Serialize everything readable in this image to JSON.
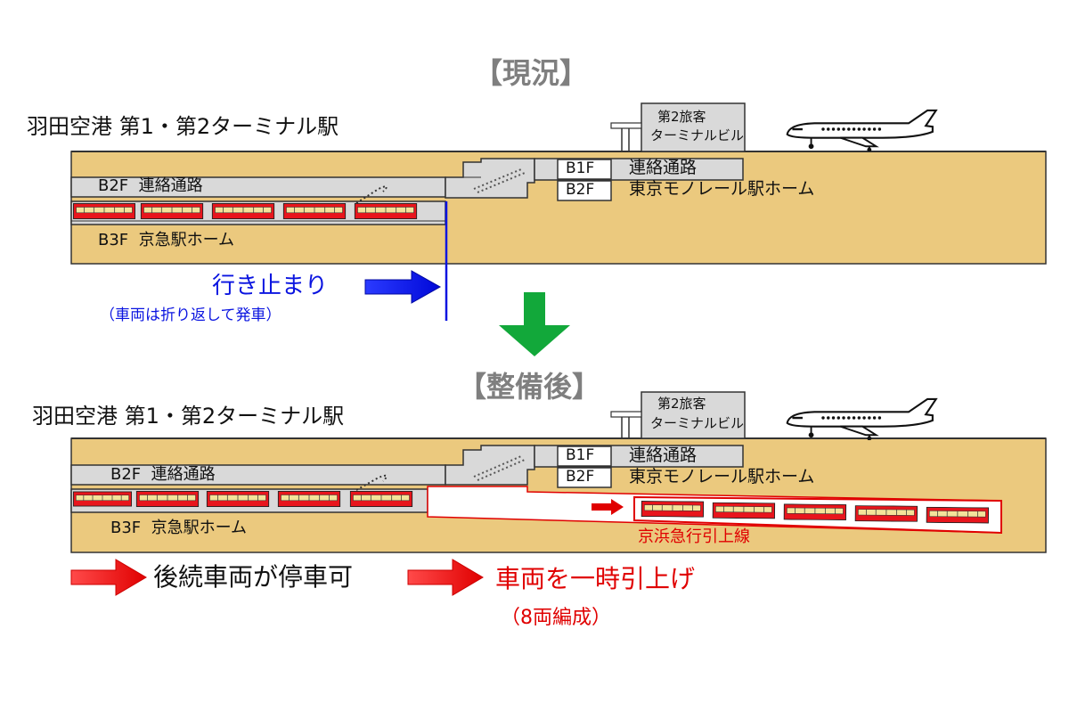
{
  "current": {
    "heading": "【現況】",
    "station_name": "羽田空港 第1・第2ターミナル駅",
    "terminal_bldg": [
      "第2旅客",
      "ターミナルビル"
    ],
    "b1f": {
      "floor": "B1F",
      "label": "連絡通路"
    },
    "b2f_mono": {
      "floor": "B2F",
      "label": "東京モノレール駅ホーム"
    },
    "b2f_left": "B2F  連絡通路",
    "b3f_left": "B3F  京急駅ホーム",
    "dead_end": "行き止まり",
    "dead_end_note": "（車両は折り返して発車）"
  },
  "after": {
    "heading": "【整備後】",
    "station_name": "羽田空港 第1・第2ターミナル駅",
    "terminal_bldg": [
      "第2旅客",
      "ターミナルビル"
    ],
    "b1f": {
      "floor": "B1F",
      "label": "連絡通路"
    },
    "b2f_mono": {
      "floor": "B2F",
      "label": "東京モノレール駅ホーム"
    },
    "b2f_left": "B2F  連絡通路",
    "b3f_left": "B3F  京急駅ホーム",
    "siding_label": "京浜急行引上線",
    "legend_follow": "後続車両が停車可",
    "legend_pull": "車両を一時引上げ",
    "legend_pull_note": "（8両編成）"
  },
  "colors": {
    "ground": "#EBC97E",
    "floor_gray": "#D9D9D9",
    "train_red": "#E8151C",
    "train_window": "#F4E39A",
    "blue": "#0A14E0",
    "red_text": "#E00000",
    "green": "#12A83A"
  },
  "icons": [
    "airplane-icon",
    "train-icon",
    "escalator-icon",
    "arrow-right-icon",
    "arrow-down-icon"
  ]
}
